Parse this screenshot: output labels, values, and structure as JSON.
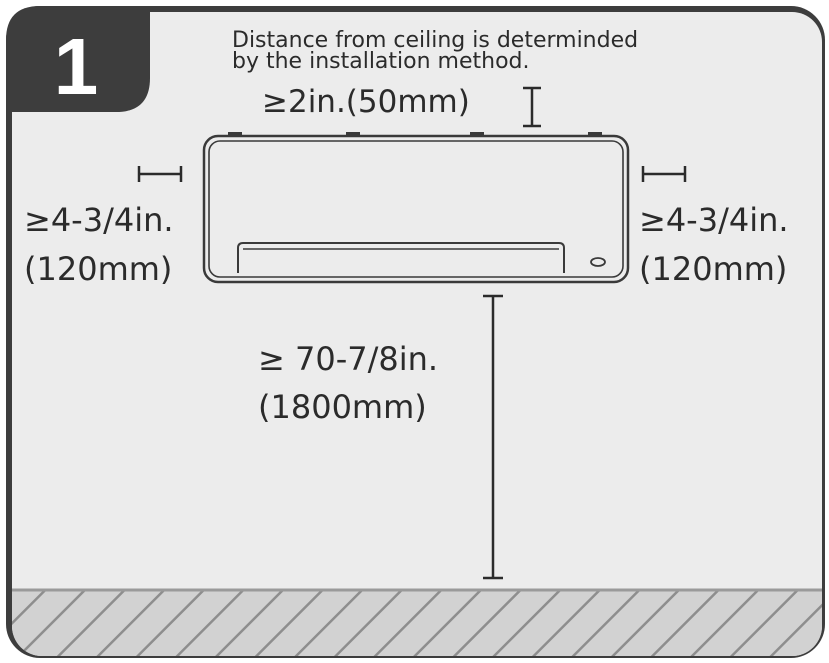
{
  "step": {
    "number": "1"
  },
  "note": {
    "line1": "Distance from ceiling is determinded",
    "line2": "by the installation method."
  },
  "clearances": {
    "top": "≥2in.(50mm)",
    "left_line1": "≥4-3/4in.",
    "left_line2": "(120mm)",
    "right_line1": "≥4-3/4in.",
    "right_line2": "(120mm)",
    "floor_line1": "≥ 70-7/8in.",
    "floor_line2": "(1800mm)"
  },
  "colors": {
    "frame": "#3d3d3d",
    "panel": "#ececec",
    "text": "#2b2b2b",
    "floor_hatch": "#9a9a9a",
    "floor_fill": "#c9c9c9"
  },
  "icons": {
    "indoor_unit": "air-conditioner-indoor-unit-icon",
    "floor": "hatched-floor-icon"
  }
}
